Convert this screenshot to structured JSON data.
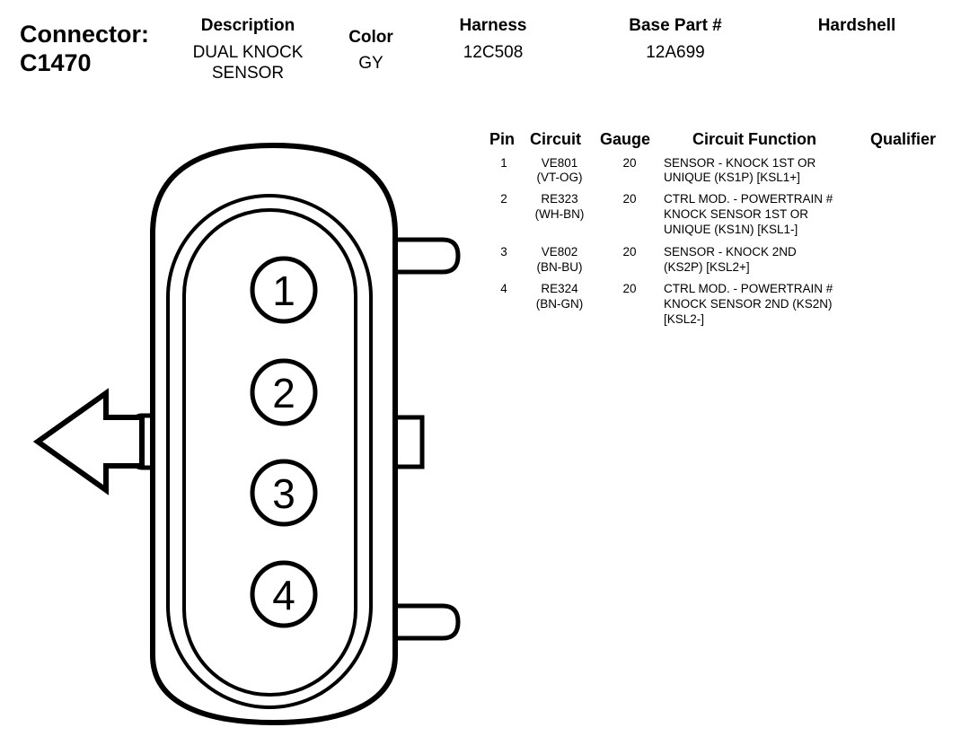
{
  "connector": {
    "label": "Connector:",
    "id": "C1470",
    "description_label": "Description",
    "description_line1": "DUAL KNOCK",
    "description_line2": "SENSOR",
    "color_label": "Color",
    "color_value": "GY",
    "harness_label": "Harness",
    "harness_value": "12C508",
    "base_part_label": "Base Part #",
    "base_part_value": "12A699",
    "hardshell_label": "Hardshell"
  },
  "table": {
    "headers": {
      "pin": "Pin",
      "circuit": "Circuit",
      "gauge": "Gauge",
      "function": "Circuit Function",
      "qualifier": "Qualifier"
    },
    "rows": [
      {
        "pin": "1",
        "circuit1": "VE801",
        "circuit2": "(VT-OG)",
        "gauge": "20",
        "f1": "SENSOR - KNOCK 1ST OR",
        "f2": "UNIQUE (KS1P) [KSL1+]",
        "f3": ""
      },
      {
        "pin": "2",
        "circuit1": "RE323",
        "circuit2": "(WH-BN)",
        "gauge": "20",
        "f1": "CTRL MOD. - POWERTRAIN #",
        "f2": "KNOCK SENSOR 1ST OR",
        "f3": "UNIQUE (KS1N) [KSL1-]"
      },
      {
        "pin": "3",
        "circuit1": "VE802",
        "circuit2": "(BN-BU)",
        "gauge": "20",
        "f1": "SENSOR - KNOCK 2ND",
        "f2": "(KS2P) [KSL2+]",
        "f3": ""
      },
      {
        "pin": "4",
        "circuit1": "RE324",
        "circuit2": "(BN-GN)",
        "gauge": "20",
        "f1": "CTRL MOD. - POWERTRAIN #",
        "f2": "KNOCK SENSOR 2ND (KS2N)",
        "f3": "[KSL2-]"
      }
    ]
  },
  "diagram": {
    "pins": [
      "1",
      "2",
      "3",
      "4"
    ]
  }
}
